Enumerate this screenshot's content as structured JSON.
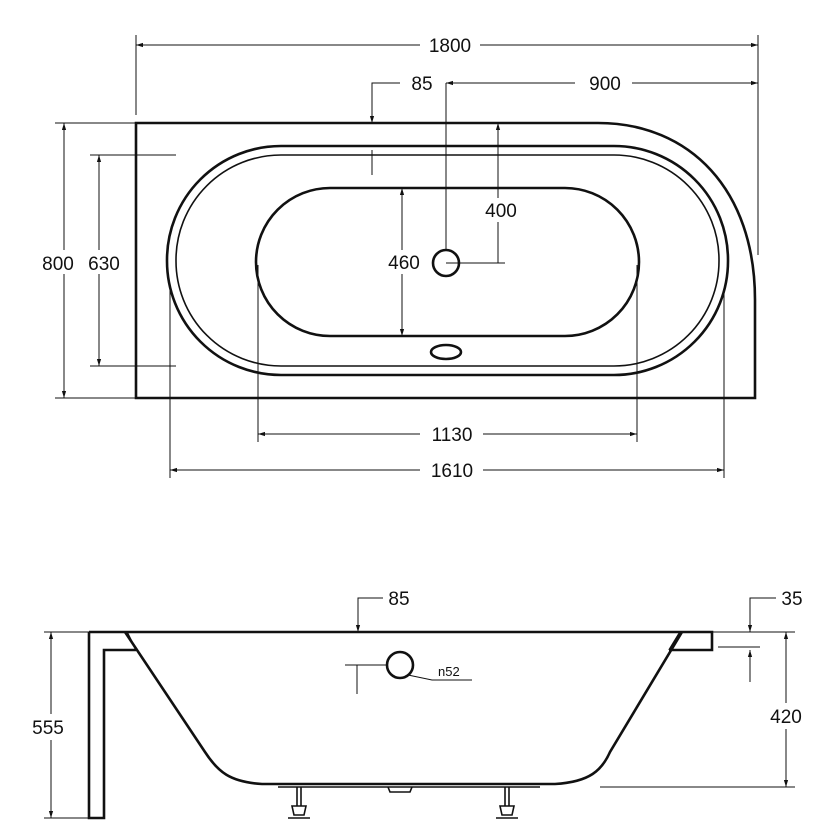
{
  "top_view": {
    "overall_length": "1800",
    "drain_offset": "85",
    "drain_to_end": "900",
    "overall_width": "800",
    "rim_width": "630",
    "drain_center_to_edge": "400",
    "inner_width": "460",
    "inner_length": "1130",
    "rim_length": "1610"
  },
  "side_view": {
    "drain_offset": "85",
    "apron_offset": "35",
    "overflow_depth": "420",
    "total_height": "555",
    "overflow_label": "n52"
  },
  "colors": {
    "line": "#111111",
    "background": "#ffffff"
  }
}
